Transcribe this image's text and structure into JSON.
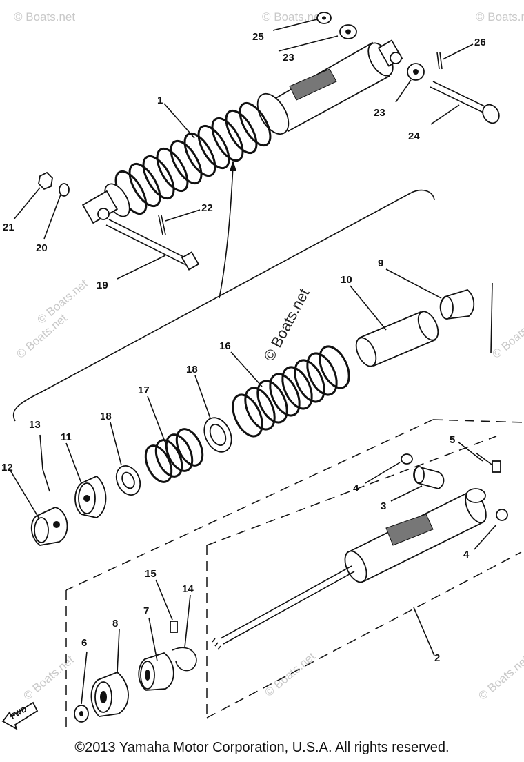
{
  "callouts": [
    {
      "id": "c1",
      "label": "1"
    },
    {
      "id": "c2",
      "label": "2"
    },
    {
      "id": "c3",
      "label": "3"
    },
    {
      "id": "c4a",
      "label": "4"
    },
    {
      "id": "c4b",
      "label": "4"
    },
    {
      "id": "c5",
      "label": "5"
    },
    {
      "id": "c6",
      "label": "6"
    },
    {
      "id": "c7",
      "label": "7"
    },
    {
      "id": "c8",
      "label": "8"
    },
    {
      "id": "c9",
      "label": "9"
    },
    {
      "id": "c10",
      "label": "10"
    },
    {
      "id": "c11",
      "label": "11"
    },
    {
      "id": "c12",
      "label": "12"
    },
    {
      "id": "c13",
      "label": "13"
    },
    {
      "id": "c14",
      "label": "14"
    },
    {
      "id": "c15",
      "label": "15"
    },
    {
      "id": "c16",
      "label": "16"
    },
    {
      "id": "c17",
      "label": "17"
    },
    {
      "id": "c18a",
      "label": "18"
    },
    {
      "id": "c18b",
      "label": "18"
    },
    {
      "id": "c19",
      "label": "19"
    },
    {
      "id": "c20",
      "label": "20"
    },
    {
      "id": "c21",
      "label": "21"
    },
    {
      "id": "c22",
      "label": "22"
    },
    {
      "id": "c23a",
      "label": "23"
    },
    {
      "id": "c23b",
      "label": "23"
    },
    {
      "id": "c24",
      "label": "24"
    },
    {
      "id": "c25",
      "label": "25"
    },
    {
      "id": "c26",
      "label": "26"
    }
  ],
  "watermark": "© Boats.net",
  "fwd_label": "FWD",
  "copyright": "©2013 Yamaha Motor Corporation, U.S.A. All rights reserved."
}
